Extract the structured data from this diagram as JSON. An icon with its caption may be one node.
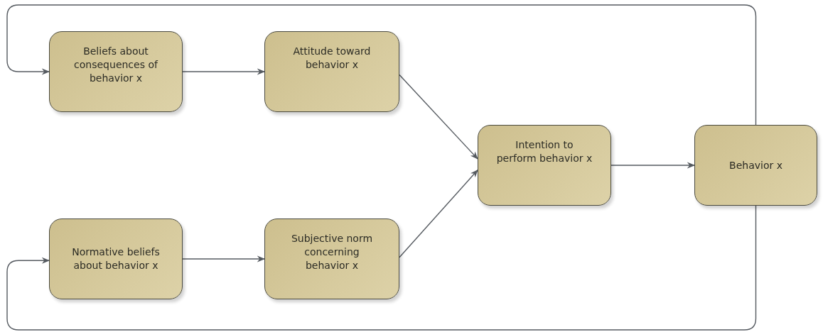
{
  "diagram": {
    "nodes": [
      {
        "text": [
          "Beliefs about consequences of behavior x"
        ]
      },
      {
        "text": [
          "Attitude toward behavior x"
        ]
      },
      {
        "text": [
          "Intention to perform behavior x"
        ]
      },
      {
        "text": [
          "Behavior x"
        ]
      },
      {
        "text": [
          "Normative beliefs about behavior x"
        ]
      },
      {
        "text": [
          "Subjective norm concerning behavior x"
        ]
      }
    ],
    "edges": [
      {
        "from": 0,
        "to": 1,
        "arrow": "to"
      },
      {
        "from": 1,
        "to": 2,
        "arrow": "to"
      },
      {
        "from": 4,
        "to": 5,
        "arrow": "to"
      },
      {
        "from": 5,
        "to": 2,
        "arrow": "to"
      },
      {
        "from": 2,
        "to": 3,
        "arrow": "to"
      },
      {
        "from": 3,
        "to": 0,
        "arrow": "to"
      },
      {
        "from": 3,
        "to": 4,
        "arrow": "to"
      }
    ]
  }
}
